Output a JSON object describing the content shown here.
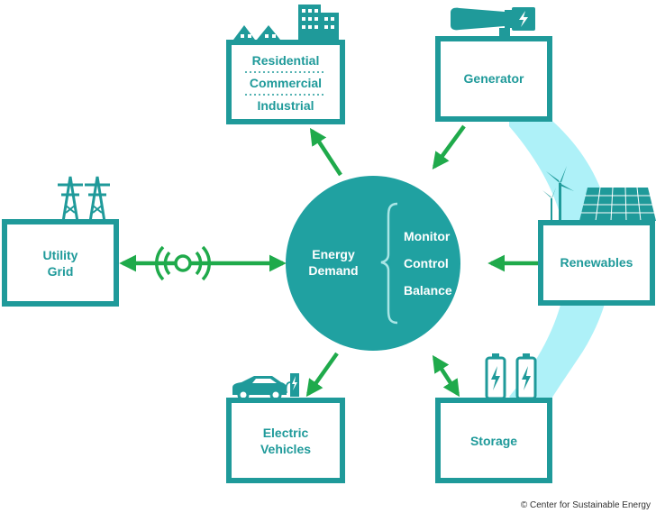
{
  "colors": {
    "teal": "#1f9a9a",
    "teal_fill": "#20a1a1",
    "arrow_green": "#1faa4b",
    "light_cyan": "#aef1f8"
  },
  "center": {
    "title_line1": "Energy",
    "title_line2": "Demand",
    "functions": [
      "Monitor",
      "Control",
      "Balance"
    ]
  },
  "nodes": {
    "consumers": {
      "lines": [
        "Residential",
        "Commercial",
        "Industrial"
      ],
      "icon": "buildings-icon"
    },
    "generator": {
      "label": "Generator",
      "icon": "generator-turbine-icon"
    },
    "renewables": {
      "label": "Renewables",
      "icon": "wind-solar-icon"
    },
    "storage": {
      "label": "Storage",
      "icon": "battery-icon"
    },
    "electric_vehicles": {
      "line1": "Electric",
      "line2": "Vehicles",
      "icon": "ev-charging-icon"
    },
    "utility_grid": {
      "line1": "Utility",
      "line2": "Grid",
      "icon": "transmission-tower-icon"
    }
  },
  "copyright": "© Center for Sustainable Energy"
}
